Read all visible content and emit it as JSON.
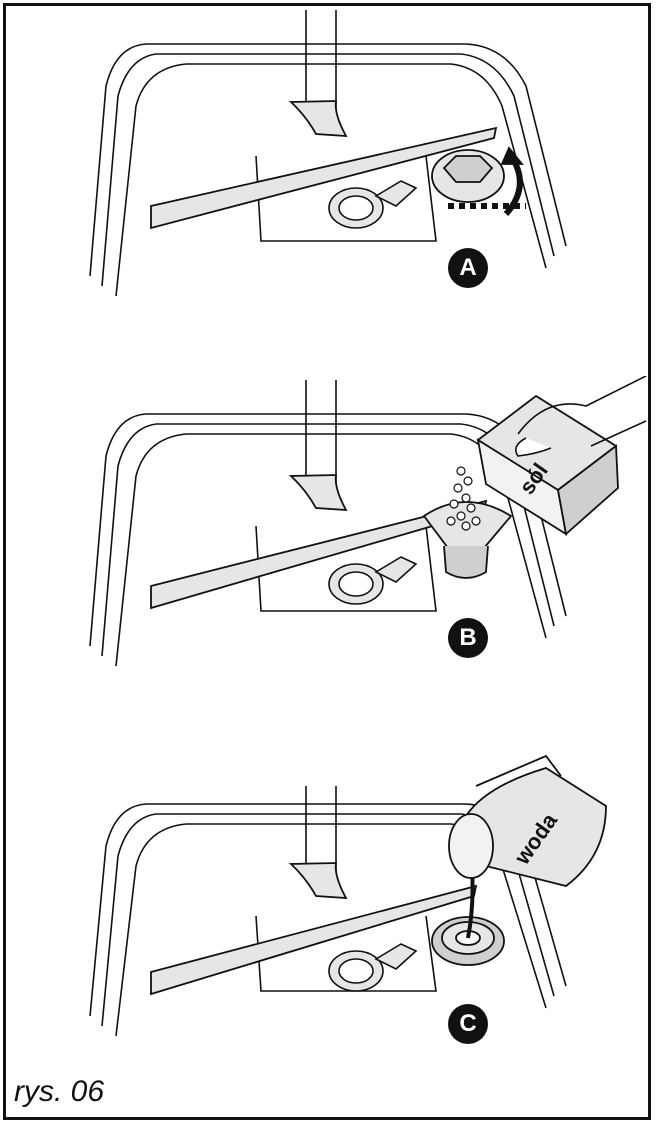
{
  "figure": {
    "caption": "rys. 06"
  },
  "steps": [
    {
      "id": "A",
      "badge": "A"
    },
    {
      "id": "B",
      "badge": "B",
      "product_label": "sól"
    },
    {
      "id": "C",
      "badge": "C",
      "product_label": "woda"
    }
  ],
  "colors": {
    "ink": "#111111",
    "fill_light": "#e6e6e6",
    "fill_mid": "#cfcfcf",
    "badge_bg": "#111111",
    "badge_text": "#ffffff"
  }
}
